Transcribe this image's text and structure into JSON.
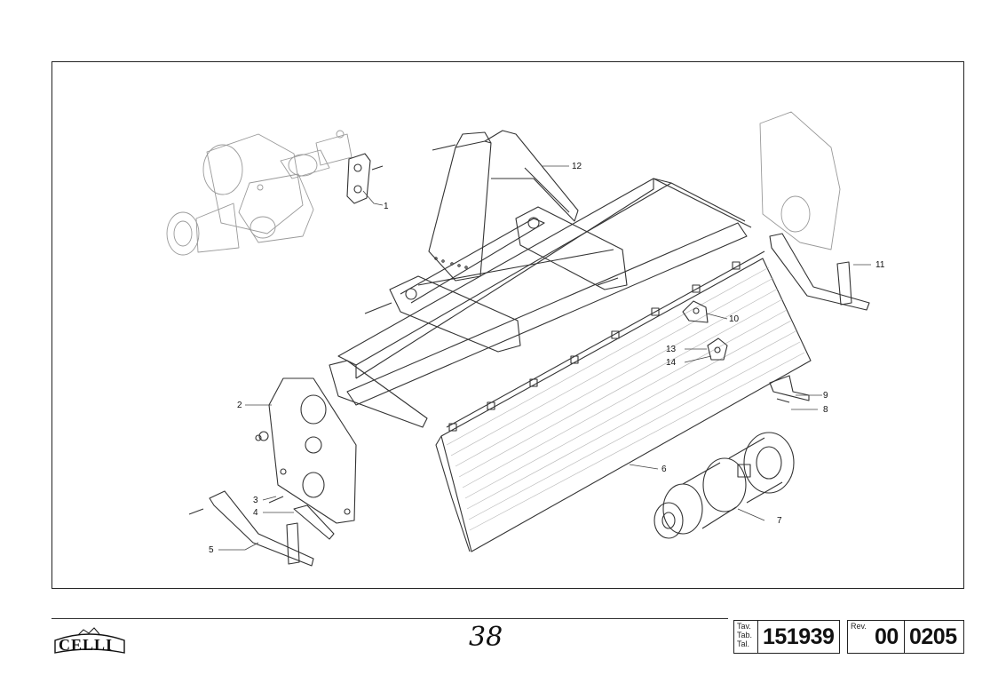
{
  "diagram": {
    "callouts": [
      "1",
      "2",
      "3",
      "4",
      "5",
      "6",
      "7",
      "8",
      "9",
      "10",
      "11",
      "12",
      "13",
      "14"
    ]
  },
  "footer": {
    "logo_text": "CELLI",
    "page_number": "38",
    "table_labels": [
      "Tav.",
      "Tab.",
      "Tal."
    ],
    "table_number": "151939",
    "rev_label": "Rev.",
    "revision": "00",
    "date_code": "0205"
  }
}
